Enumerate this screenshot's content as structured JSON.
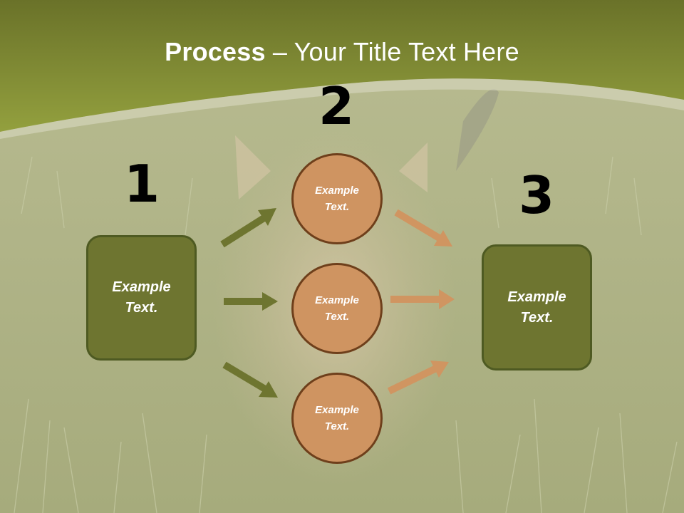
{
  "title": {
    "bold": "Process",
    "rest": " – Your Title Text Here"
  },
  "steps": {
    "one": "1",
    "two": "2",
    "three": "3"
  },
  "left_box": "Example\nText.",
  "right_box": "Example\nText.",
  "circles": [
    "Example\nText.",
    "Example\nText.",
    "Example\nText."
  ],
  "colors": {
    "header": "#87923a",
    "box": "#6e7530",
    "circle": "#cf9461",
    "arrow_left": "#6e7530",
    "arrow_right": "#d09561"
  }
}
